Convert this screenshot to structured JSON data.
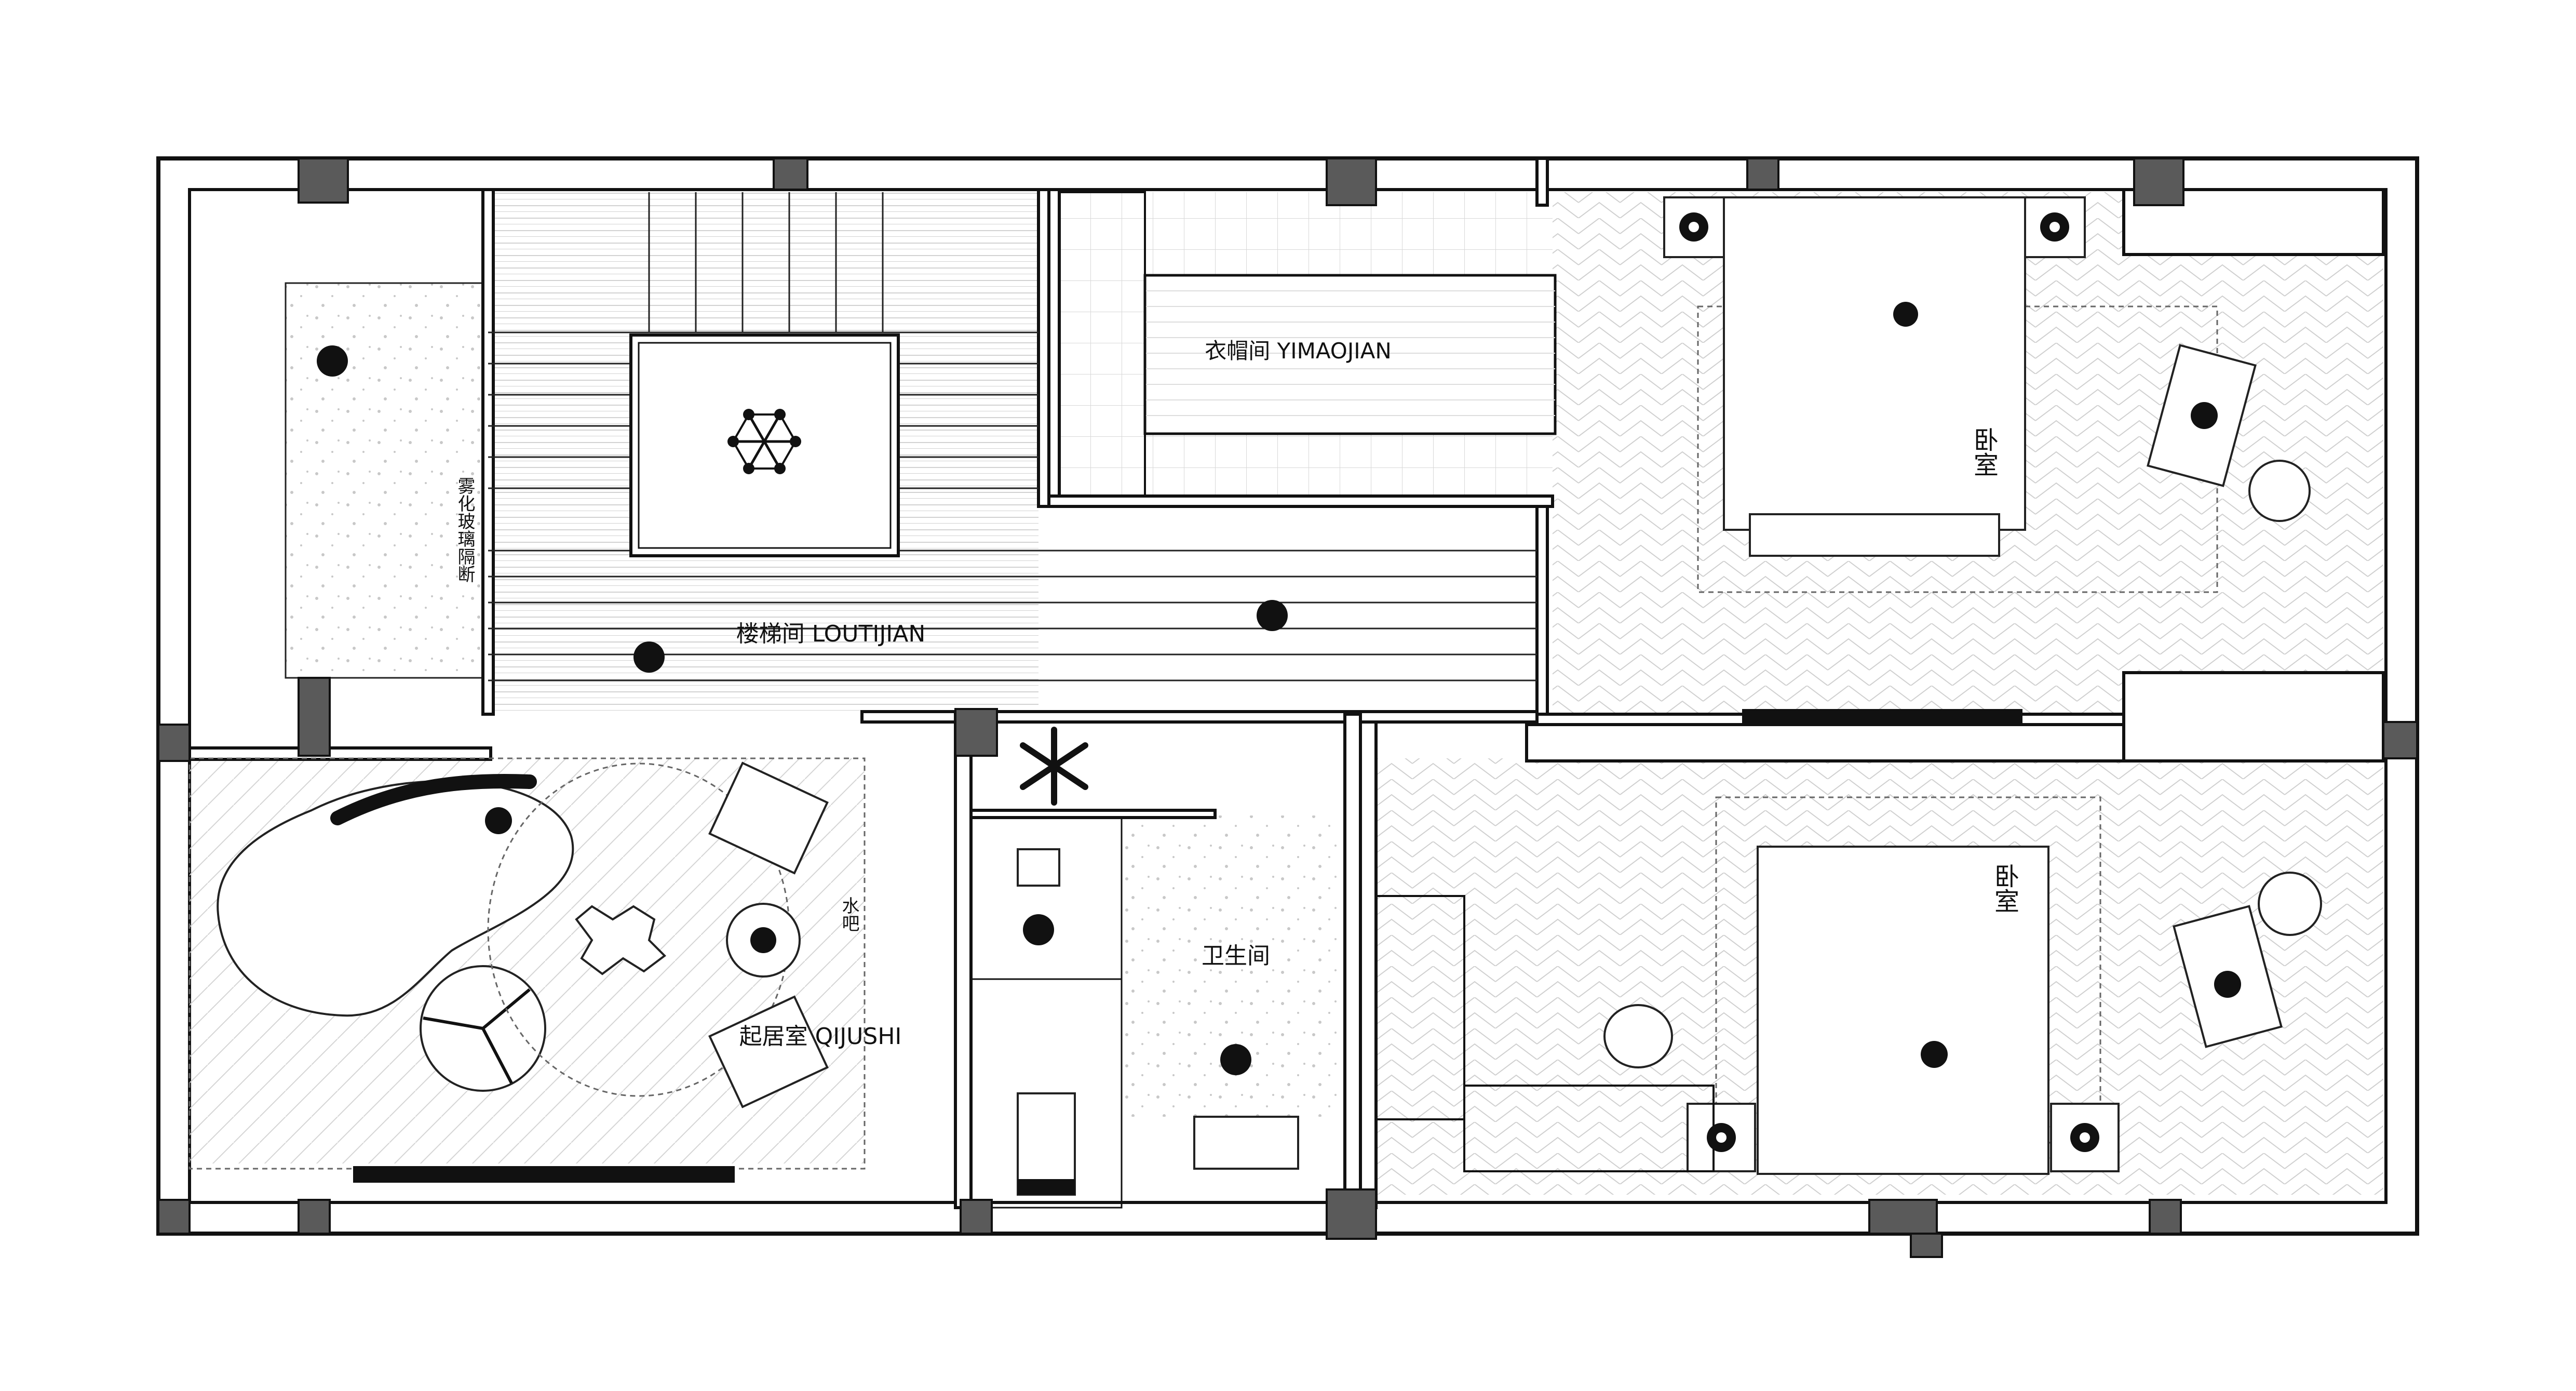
{
  "colors": {
    "wall": "#111111",
    "column": "#5a5a5a",
    "floor_pattern": "#bbbbbb",
    "background": "#ffffff"
  },
  "rooms": {
    "staircase": "楼梯间 LOUTIJIAN",
    "closet": "衣帽间 YIMAOJIAN",
    "bedroom_upper": "卧室",
    "bedroom_lower": "卧室",
    "living_room": "起居室 QIJUSHI",
    "bathroom": "卫生间",
    "water_bar": "水吧",
    "glass_partition": "雾化玻璃隔断"
  },
  "icons": [
    "person-icon",
    "chair-icon",
    "bed-icon",
    "sofa-icon",
    "lamp-icon",
    "sink-icon",
    "toilet-icon",
    "fan-icon"
  ]
}
